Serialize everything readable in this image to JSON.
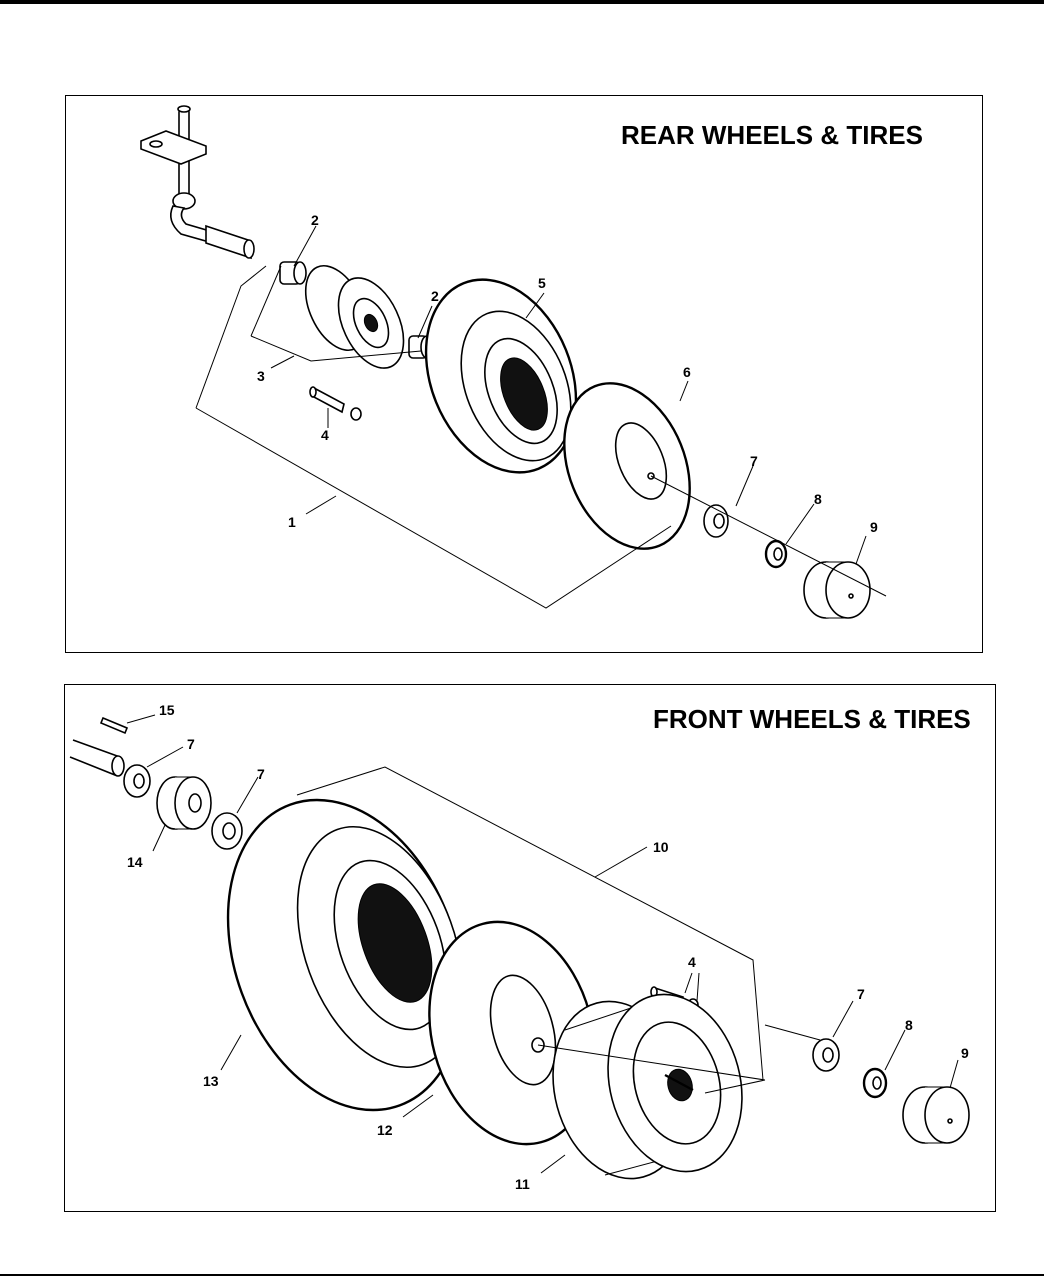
{
  "rear": {
    "title": "REAR WHEELS & TIRES",
    "callouts": [
      "1",
      "2",
      "2",
      "3",
      "4",
      "5",
      "6",
      "7",
      "8",
      "9"
    ]
  },
  "front": {
    "title": "FRONT WHEELS & TIRES",
    "callouts": [
      "4",
      "7",
      "7",
      "7",
      "8",
      "9",
      "10",
      "11",
      "12",
      "13",
      "14",
      "15"
    ]
  }
}
